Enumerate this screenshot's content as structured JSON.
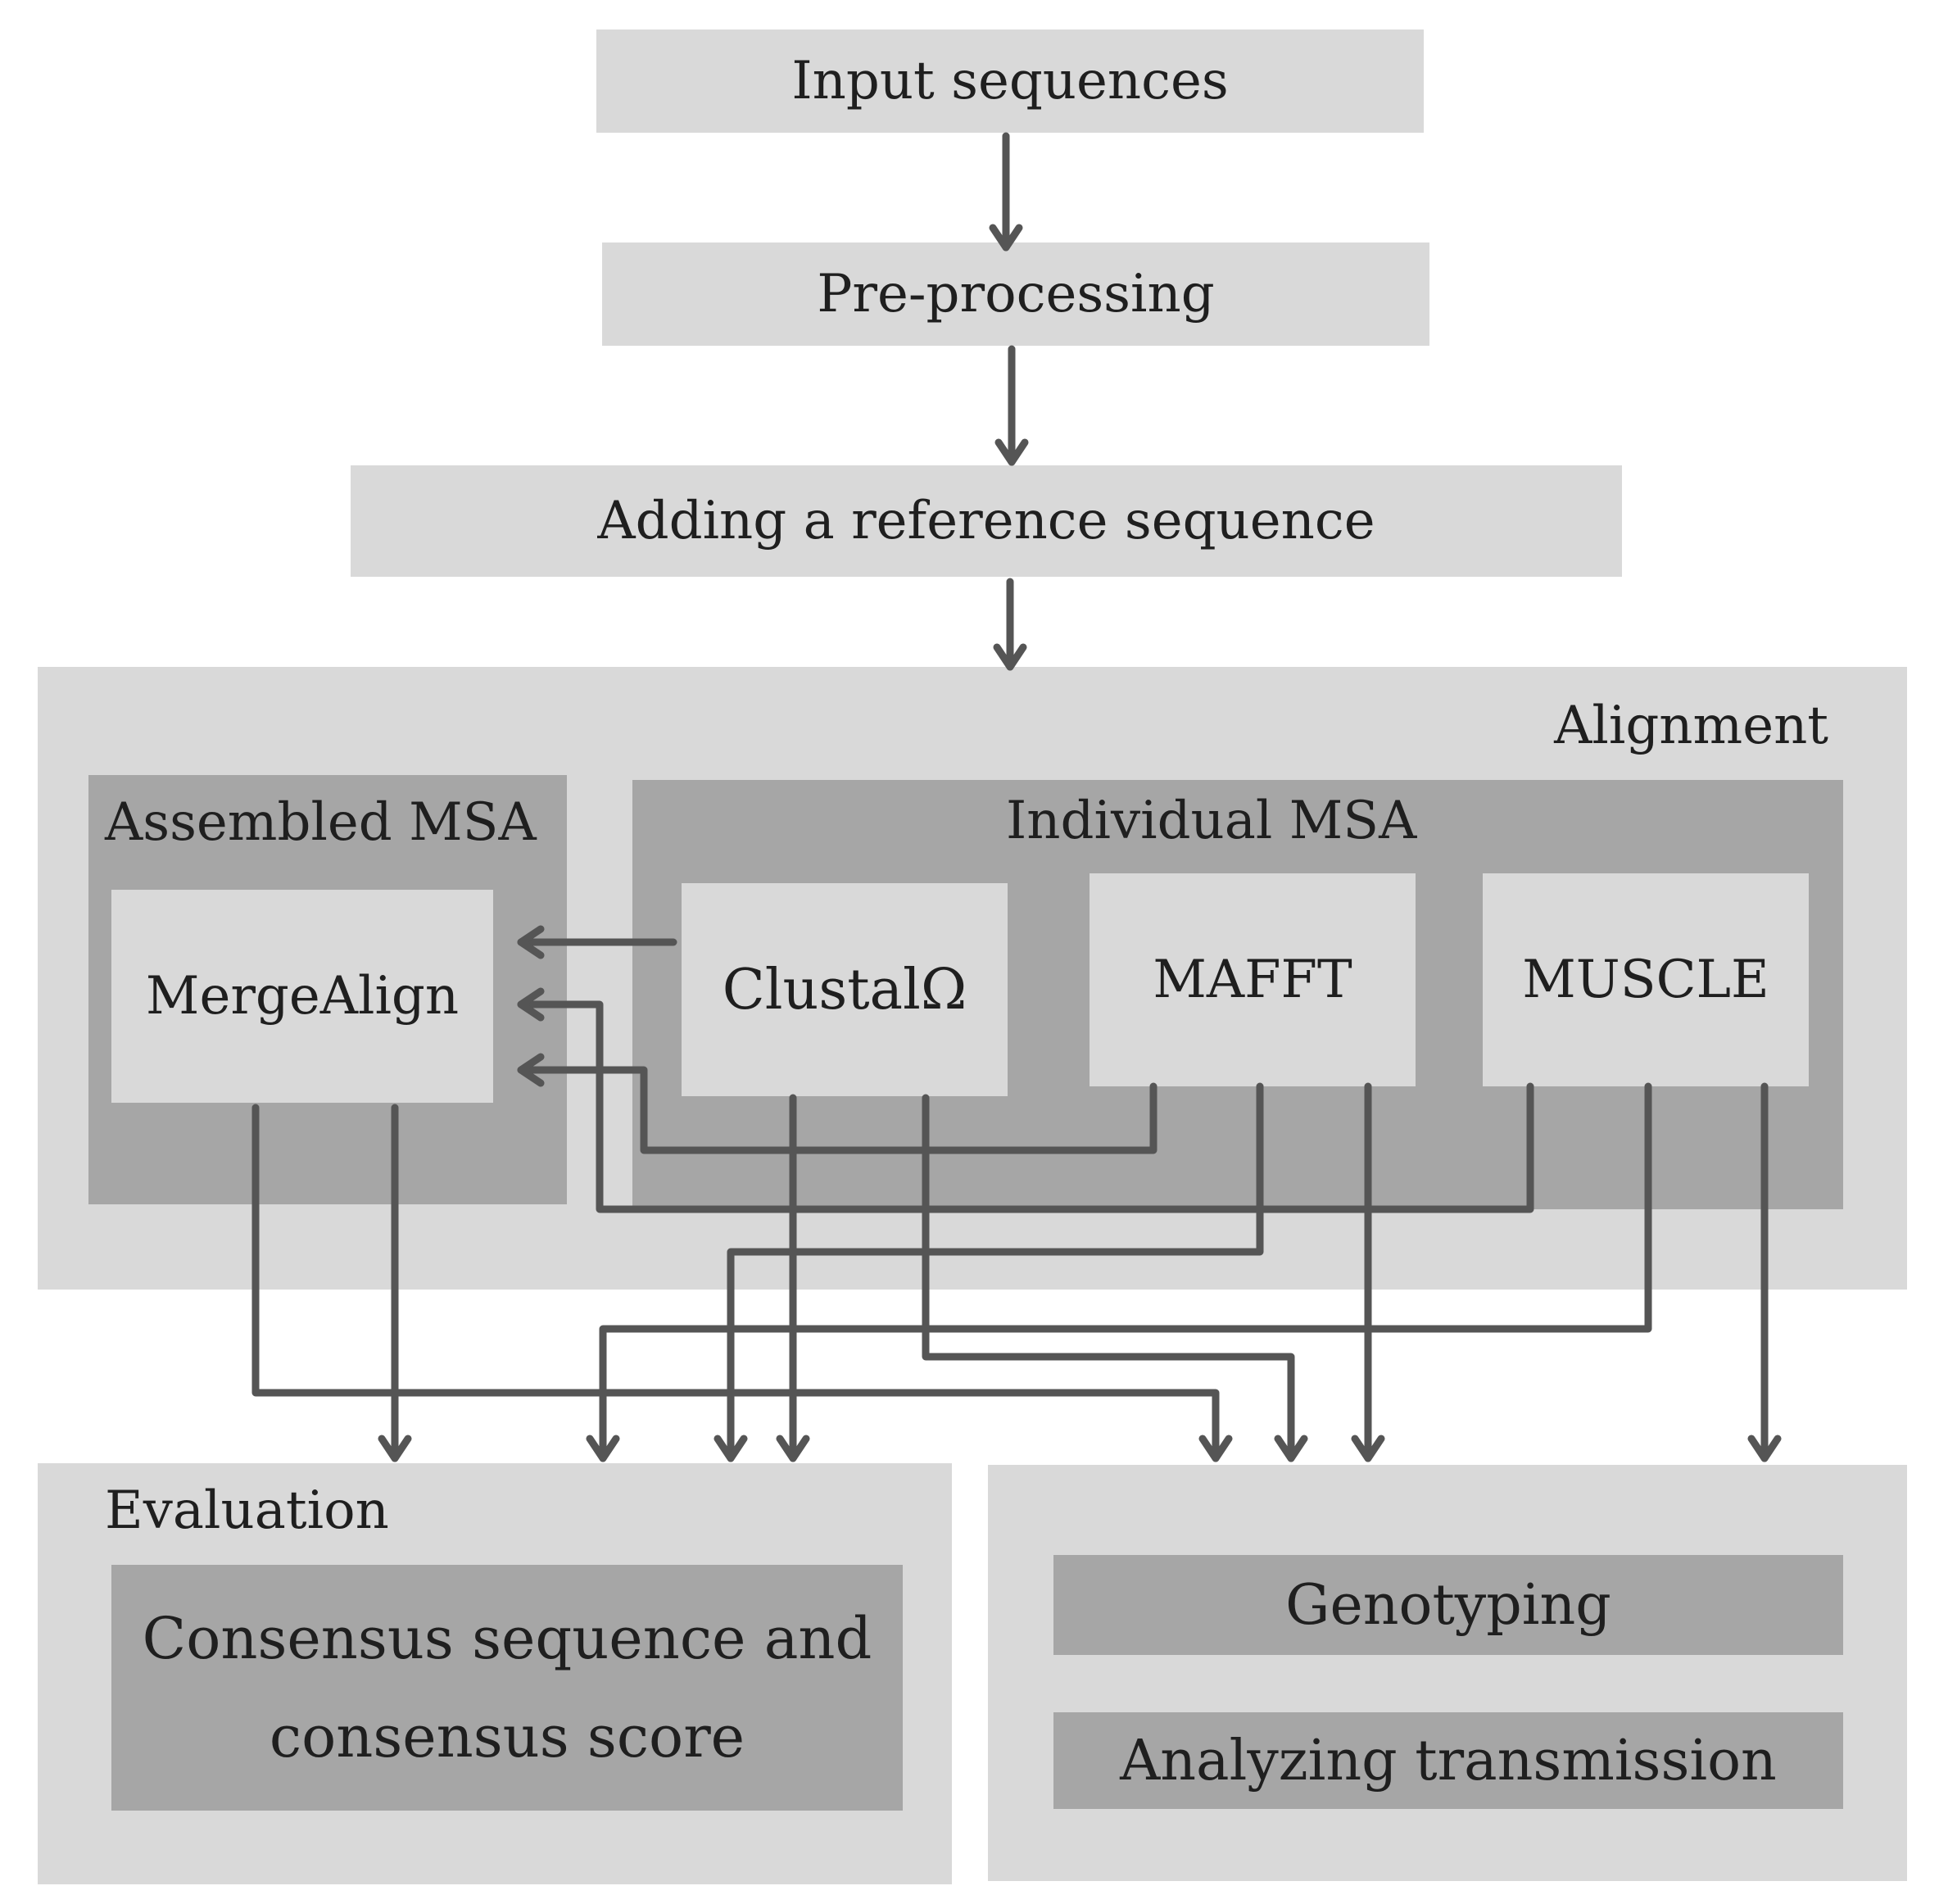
{
  "steps": {
    "input": "Input sequences",
    "preprocessing": "Pre-processing",
    "reference": "Adding a reference sequence"
  },
  "alignment": {
    "title": "Alignment",
    "assembled": {
      "title": "Assembled MSA",
      "tool": "MergeAlign"
    },
    "individual": {
      "title": "Individual MSA",
      "tools": [
        "ClustalΩ",
        "MAFFT",
        "MUSCLE"
      ]
    }
  },
  "evaluation": {
    "title": "Evaluation",
    "line1": "Consensus sequence and",
    "line2": "consensus score"
  },
  "applications": {
    "genotyping": "Genotyping",
    "transmission": "Analyzing transmission"
  },
  "colors": {
    "light_box": "#d9d9d9",
    "dark_box": "#a6a6a6",
    "arrow": "#555555",
    "text": "#1f1f1f"
  }
}
